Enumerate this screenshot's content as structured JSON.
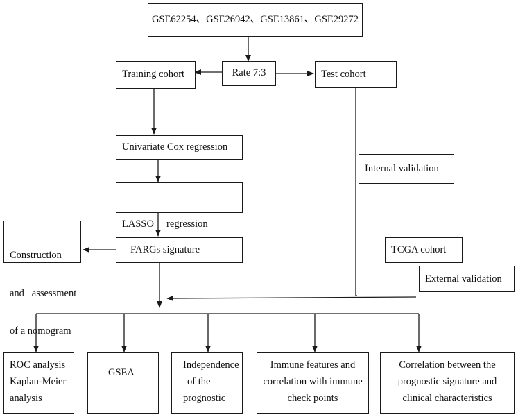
{
  "datasets": "GSE62254、GSE26942、GSE13861、GSE29272",
  "rate": "Rate 7:3",
  "training_cohort": "Training cohort",
  "test_cohort": "Test cohort",
  "univariate_cox": "Univariate Cox regression",
  "lasso": "LASSO     regression",
  "fargs_signature": "FARGs signature",
  "nomogram": {
    "line1": "Construction",
    "line2": "and   assessment",
    "line3": "of a nomogram"
  },
  "internal_validation": "Internal validation",
  "tcga_cohort": "TCGA cohort",
  "external_validation": "External validation",
  "outputs": {
    "roc": {
      "line1": "ROC analysis",
      "line2": "Kaplan-Meier",
      "line3": "analysis"
    },
    "gsea": "GSEA",
    "independence": {
      "line1": "Independence",
      "line2": "of the",
      "line3": "prognostic"
    },
    "immune": {
      "line1": "Immune features and",
      "line2": "correlation with immune",
      "line3": "check points"
    },
    "correlation": {
      "line1": "Correlation between the",
      "line2": "prognostic signature and",
      "line3": "clinical characteristics"
    }
  }
}
